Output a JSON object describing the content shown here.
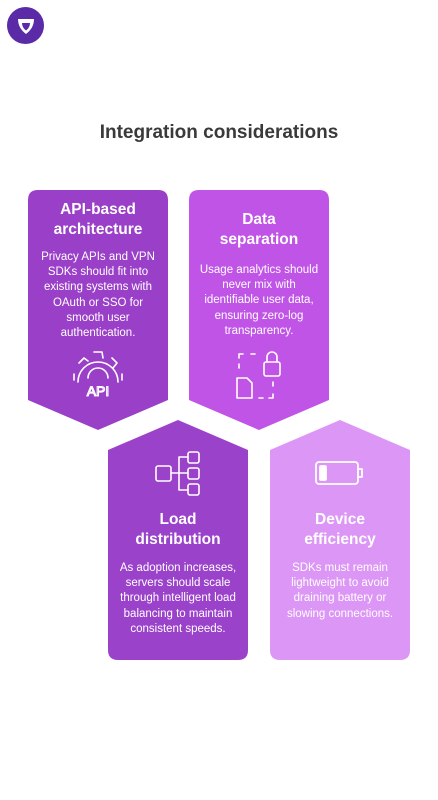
{
  "title": "Integration considerations",
  "icons": {
    "brand": "shield-logo-icon",
    "api": "gear-api-icon",
    "data": "file-lock-icon",
    "load": "network-tree-icon",
    "device": "battery-low-icon"
  },
  "colors": {
    "api": "#9a3fc7",
    "data": "#c054e7",
    "load": "#9b42cb",
    "device": "#dc96f5",
    "title": "#3a3a3a",
    "brand": "#5b2aa6"
  },
  "cards": {
    "api": {
      "heading": "API-based architecture",
      "body": "Privacy APIs and VPN SDKs should fit into existing systems with OAuth or SSO for smooth user authentication."
    },
    "data": {
      "heading": "Data separation",
      "body": "Usage analytics should never mix with identifiable user data, ensuring zero-log transparency."
    },
    "load": {
      "heading": "Load distribution",
      "body": "As adoption increases, servers should scale through intelligent load balancing to maintain consistent speeds."
    },
    "device": {
      "heading": "Device efficiency",
      "body": "SDKs must remain lightweight to avoid draining battery or slowing connections."
    }
  }
}
